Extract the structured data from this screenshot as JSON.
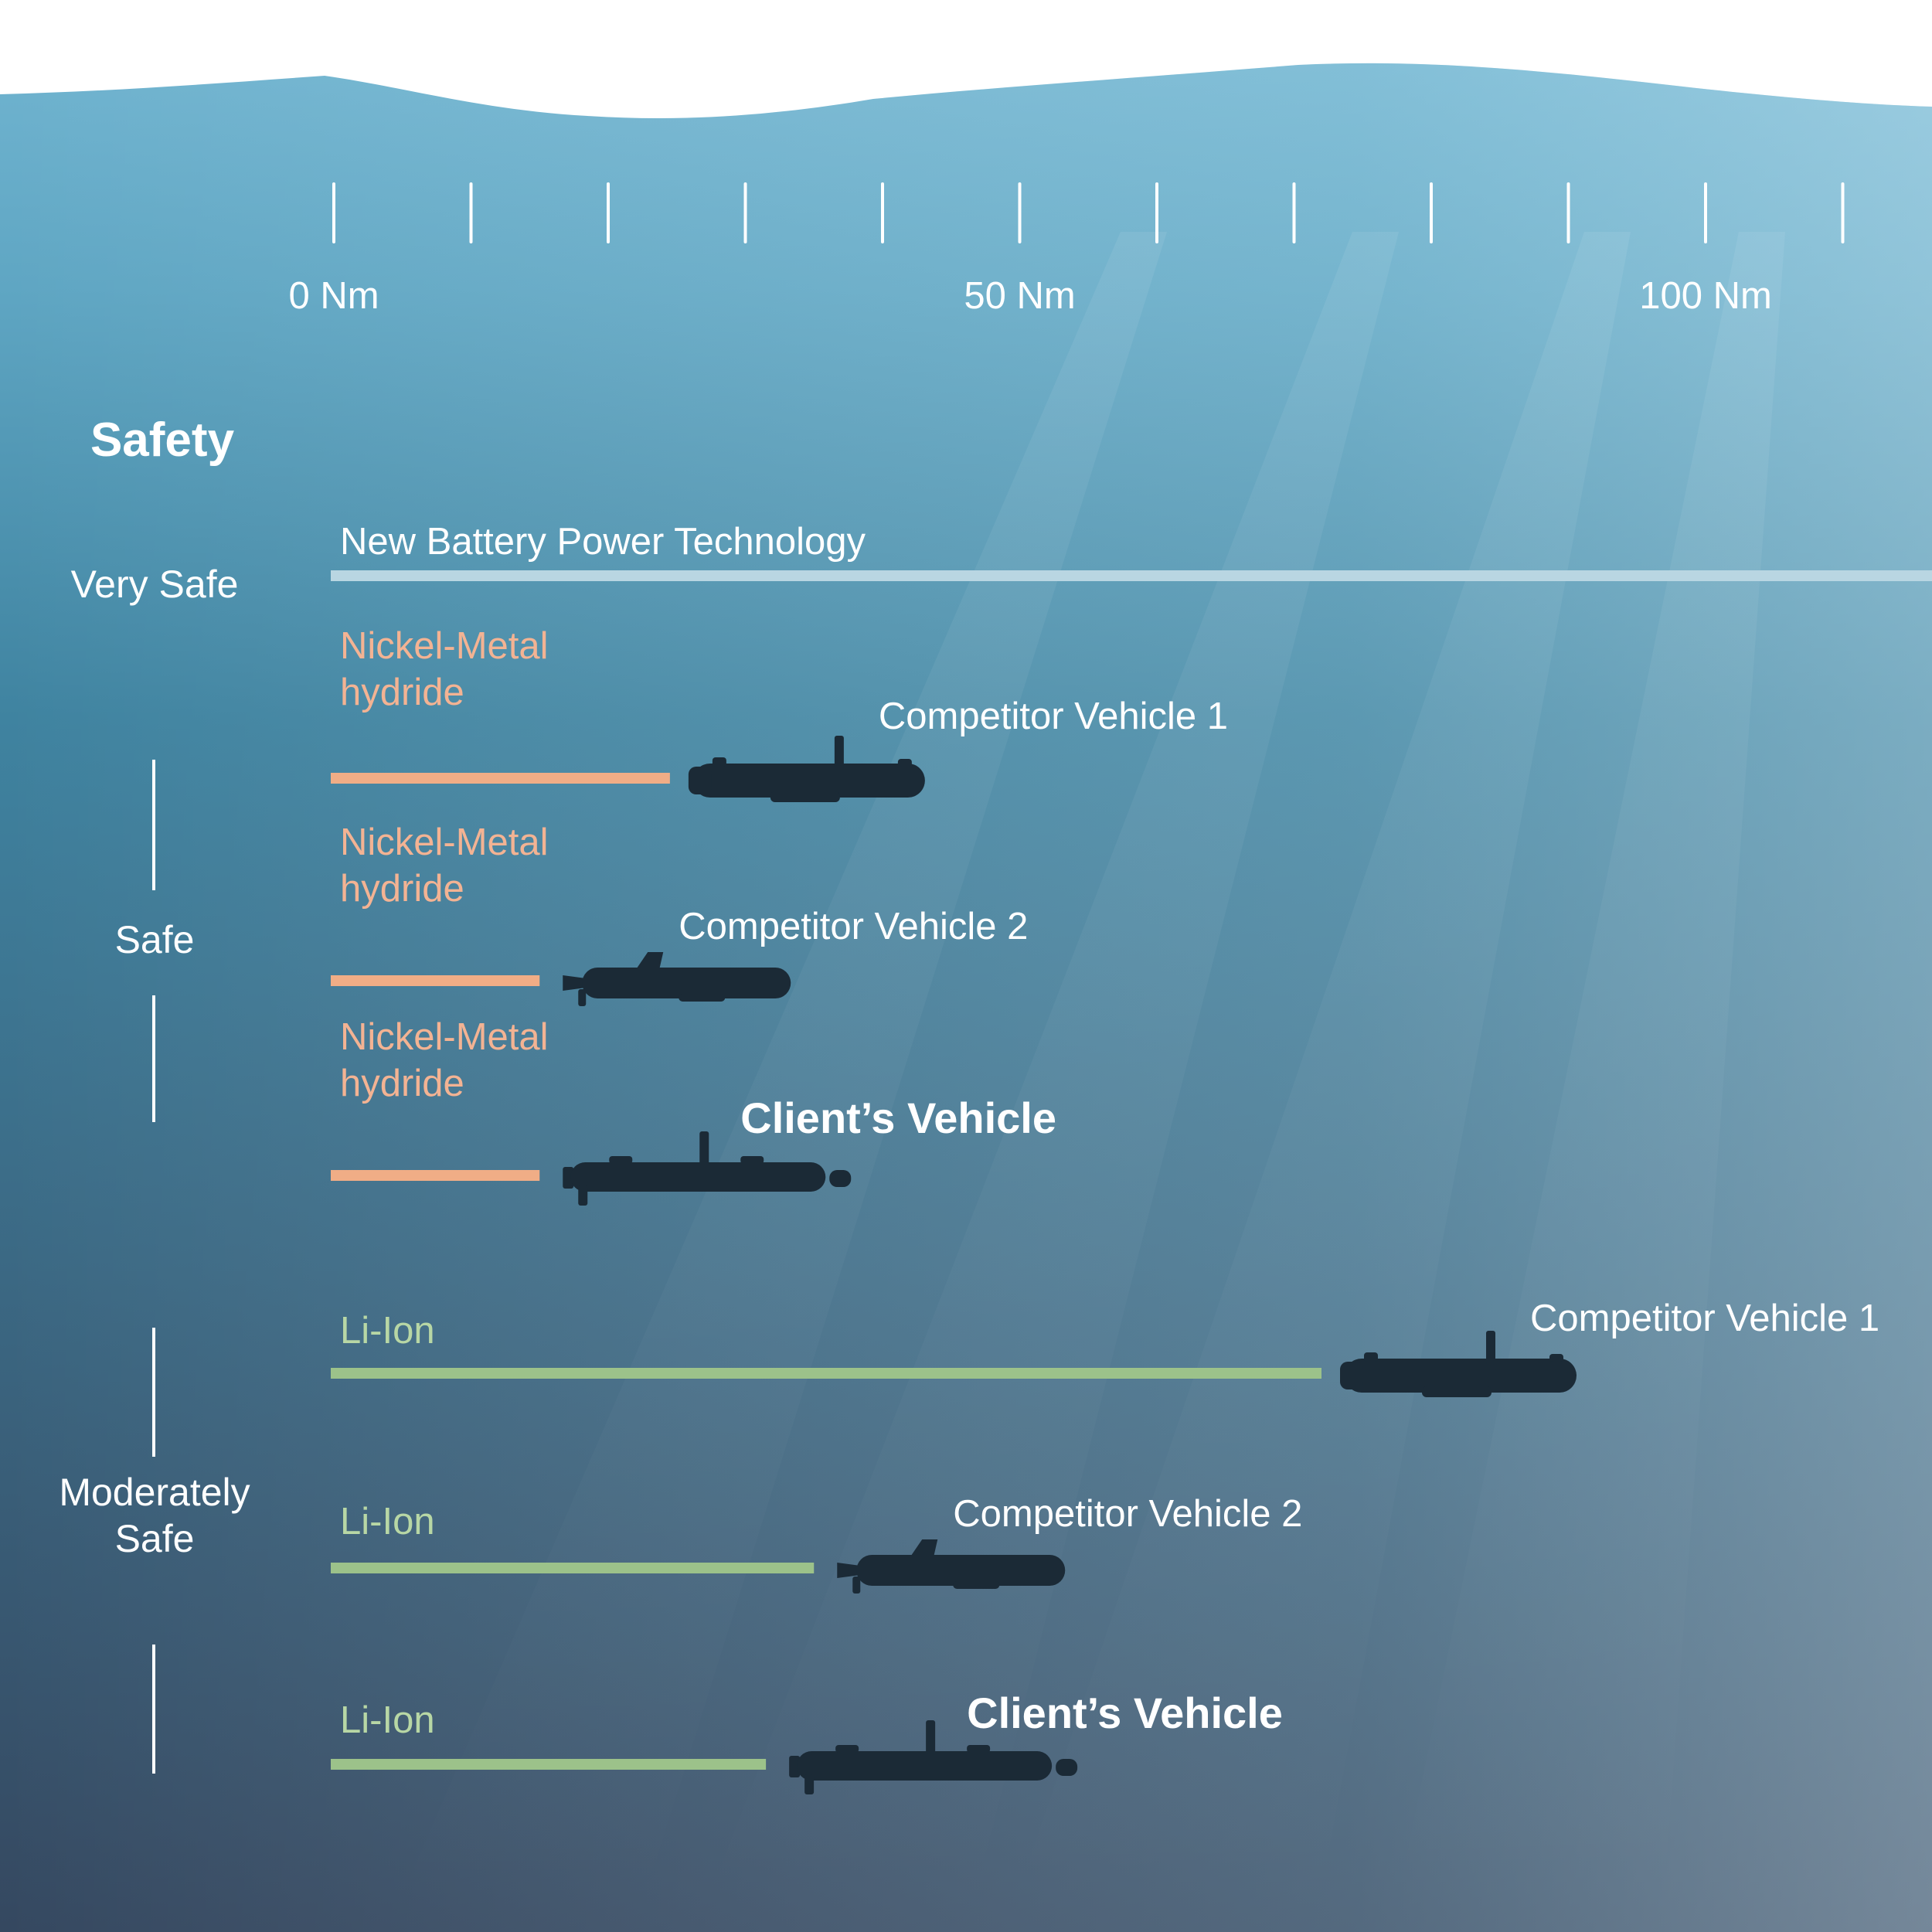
{
  "chart_data": {
    "type": "bar",
    "x_unit": "Nm",
    "x_ticks": [
      0,
      10,
      20,
      30,
      40,
      50,
      60,
      70,
      80,
      90,
      100,
      110
    ],
    "x_tick_labels": [
      {
        "value": 0,
        "label": "0 Nm"
      },
      {
        "value": 50,
        "label": "50 Nm"
      },
      {
        "value": 100,
        "label": "100 Nm"
      }
    ],
    "axis_title": "Safety",
    "safety_levels": [
      {
        "label": "Very Safe",
        "rows": [
          0
        ]
      },
      {
        "label": "Safe",
        "rows": [
          1,
          2,
          3
        ]
      },
      {
        "label": "Moderately\nSafe",
        "rows": [
          4,
          5,
          6
        ]
      }
    ],
    "bars": [
      {
        "battery": "New Battery Power Technology",
        "vehicle": "",
        "value": 118,
        "color": "#b9d6e2",
        "label_color": "#ffffff",
        "bold": false,
        "open_ended": true
      },
      {
        "battery": "Nickel-Metal\nhydride",
        "vehicle": "Competitor Vehicle 1",
        "value": 24.5,
        "color": "#f0ad86",
        "label_color": "#f3b393",
        "bold": false
      },
      {
        "battery": "Nickel-Metal\nhydride",
        "vehicle": "Competitor Vehicle 2",
        "value": 15,
        "color": "#f0ad86",
        "label_color": "#f3b393",
        "bold": false
      },
      {
        "battery": "Nickel-Metal\nhydride",
        "vehicle": "Client’s Vehicle",
        "value": 15,
        "color": "#f0ad86",
        "label_color": "#f3b393",
        "bold": true
      },
      {
        "battery": "Li-Ion",
        "vehicle": "Competitor Vehicle 1",
        "value": 72,
        "color": "#9cc28a",
        "label_color": "#b8d7a5",
        "bold": false
      },
      {
        "battery": "Li-Ion",
        "vehicle": "Competitor Vehicle 2",
        "value": 35,
        "color": "#9cc28a",
        "label_color": "#b8d7a5",
        "bold": false
      },
      {
        "battery": "Li-Ion",
        "vehicle": "Client’s Vehicle",
        "value": 31.5,
        "color": "#9cc28a",
        "label_color": "#b8d7a5",
        "bold": true
      }
    ],
    "colors": {
      "surface_top": "#8fcadf",
      "water_mid": "#3f7e98",
      "water_deep": "#35465f",
      "vehicle_silhouette": "#1b2a36",
      "text": "#ffffff"
    }
  }
}
